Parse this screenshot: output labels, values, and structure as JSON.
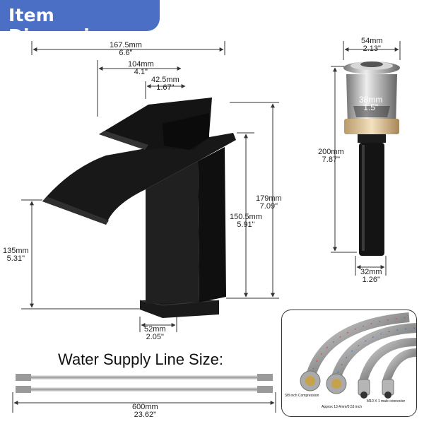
{
  "header": {
    "title": "Item Dimensions",
    "color": "#4a6fc4"
  },
  "faucet": {
    "total_length": {
      "mm": "167.5mm",
      "in": "6.6\""
    },
    "handle_length": {
      "mm": "104mm",
      "in": "4.1\""
    },
    "handle_width": {
      "mm": "42.5mm",
      "in": "1.67\""
    },
    "total_height": {
      "mm": "179mm",
      "in": "7.09\""
    },
    "spout_height": {
      "mm": "150.5mm",
      "in": "5.91\""
    },
    "spout_reach": {
      "mm": "135mm",
      "in": "5.31\""
    },
    "base_width": {
      "mm": "52mm",
      "in": "2.05\""
    }
  },
  "drain": {
    "cap_diameter": {
      "mm": "54mm",
      "in": "2.13\""
    },
    "inner_diameter": {
      "mm": "38mm",
      "in": "1.5\""
    },
    "length": {
      "mm": "200mm",
      "in": "7.87\""
    },
    "tail_diameter": {
      "mm": "32mm",
      "in": "1.26\""
    }
  },
  "supply_line": {
    "heading": "Water Supply Line Size:",
    "length": {
      "mm": "600mm",
      "in": "23.62\""
    }
  },
  "inset": {
    "compression_label": "3/8 inch Compression",
    "approx_label": "Approx 13.4mm/0.53 inch",
    "male_label": "M10 X 1 male connector"
  }
}
